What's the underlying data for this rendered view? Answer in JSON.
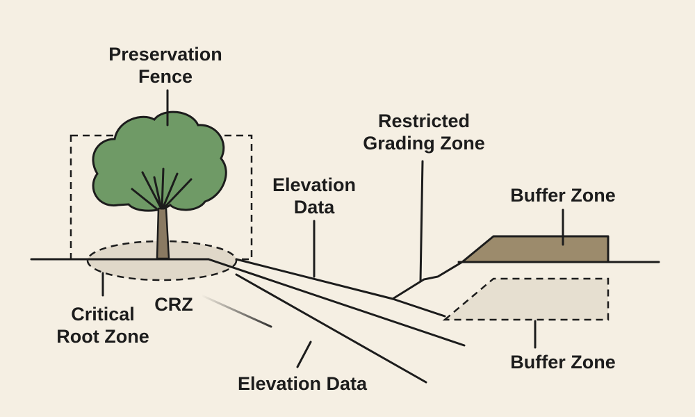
{
  "labels": {
    "preservation_fence": [
      "Preservation",
      "Fence"
    ],
    "restricted_grading_zone": [
      "Restricted",
      "Grading Zone"
    ],
    "elevation_data_upper": [
      "Elevation",
      "Data"
    ],
    "buffer_zone_upper": "Buffer Zone",
    "critical_root_zone": [
      "Critical",
      "Root Zone"
    ],
    "crz": "CRZ",
    "elevation_data_lower": "Elevation Data",
    "buffer_zone_lower": "Buffer Zone"
  },
  "colors": {
    "background": "#f5efe3",
    "ink": "#1c1c1c",
    "foliage": "#6f9a66",
    "trunk": "#8a7a62",
    "root_zone_fill": "#e0d8c9",
    "buffer_fill_upper": "#9c8b6c",
    "buffer_fill_lower": "#e6dfd0"
  }
}
